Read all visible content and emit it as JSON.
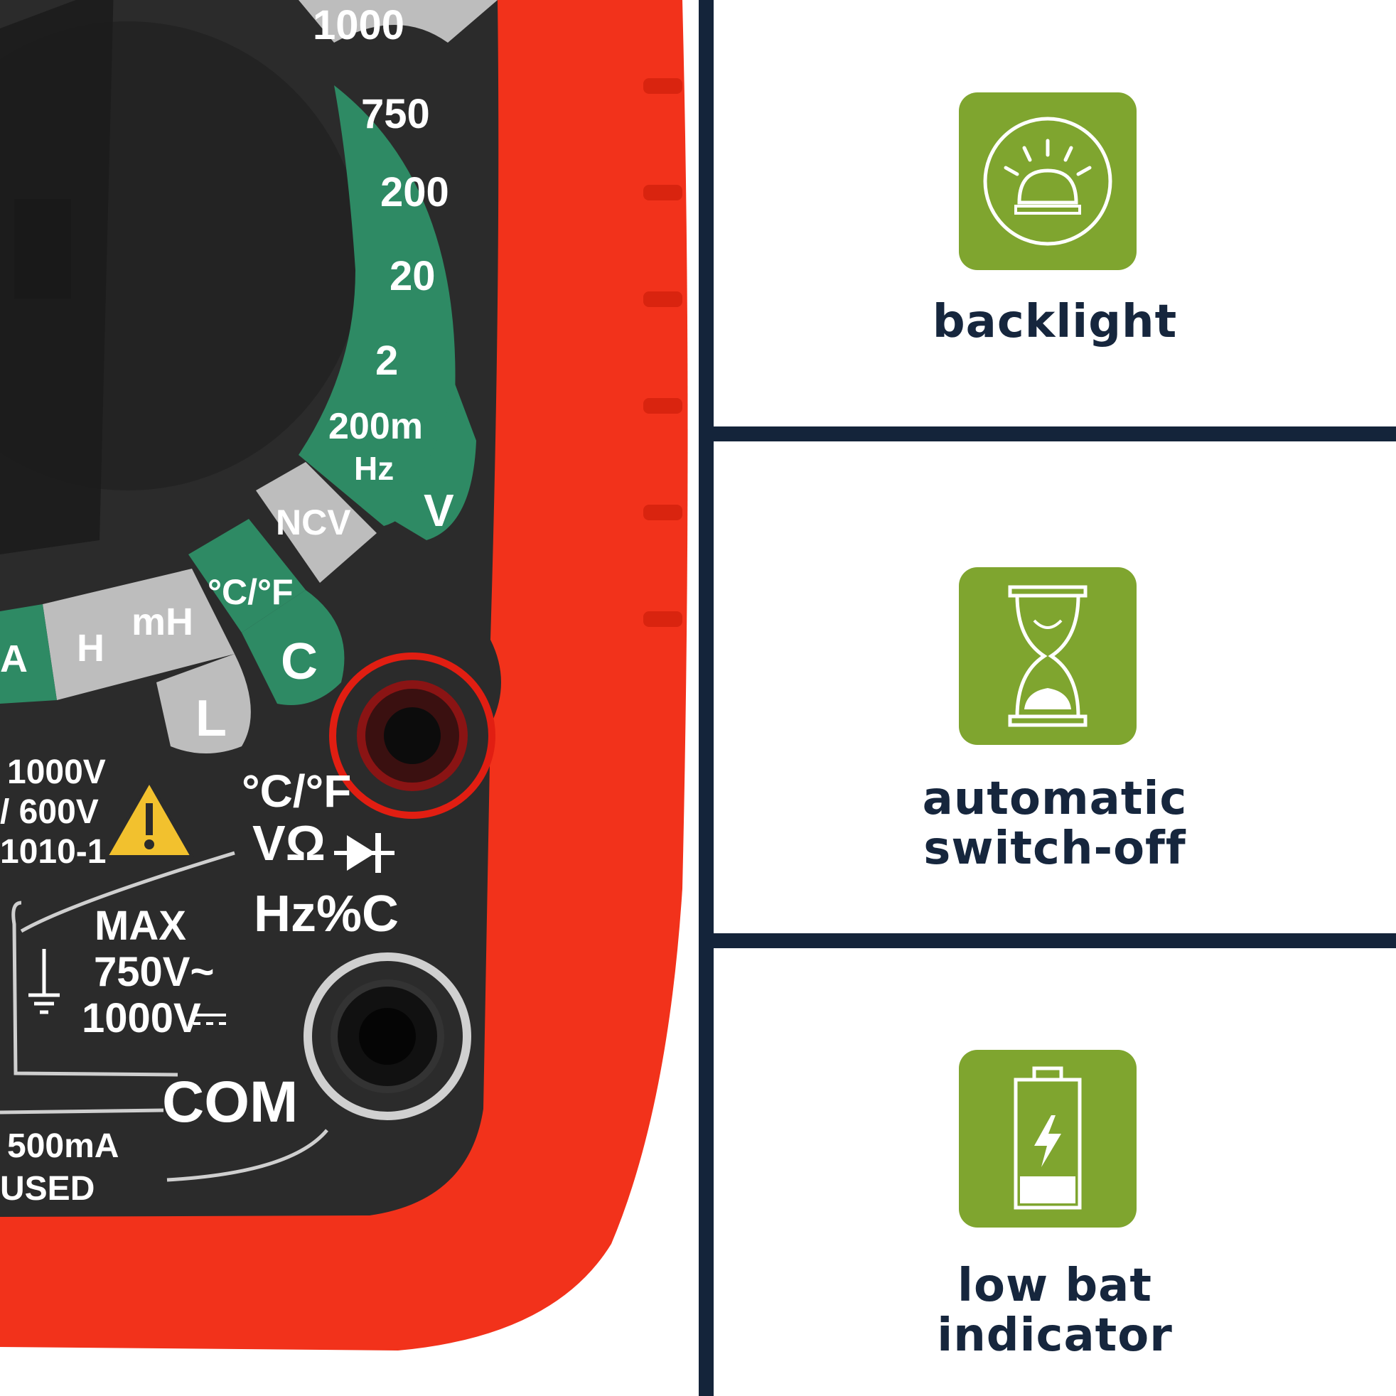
{
  "photo": {
    "dial": {
      "top_label": "1000",
      "ac_ranges": [
        "750",
        "200",
        "20",
        "2",
        "200m"
      ],
      "hz_label": "Hz",
      "ncv_label": "NCV",
      "temp_label": "°C/°F",
      "c_label": "C",
      "l_label": "L",
      "h_label": "H",
      "mh_label": "mH",
      "a_label": "A",
      "vac_symbol": "V"
    },
    "panel": {
      "rating_1": "1000V",
      "rating_2": "/ 600V",
      "rating_3": "1010-1",
      "temp": "°C/°F",
      "volt_ohm": "VΩ",
      "hz_pct": "Hz%C",
      "max": "MAX",
      "max_ac": "750V~",
      "max_dc": "1000V",
      "com": "COM",
      "fuse_1": "500mA",
      "fuse_2": "USED"
    },
    "colors": {
      "housing": "#f2321b",
      "face": "#2b2b2b",
      "dial_green": "#2e8a64",
      "dial_grey": "#bdbdbd"
    }
  },
  "features": [
    {
      "icon": "backlight-icon",
      "lines": [
        "backlight"
      ]
    },
    {
      "icon": "hourglass-icon",
      "lines": [
        "automatic",
        "switch-off"
      ]
    },
    {
      "icon": "battery-icon",
      "lines": [
        "low bat",
        "indicator"
      ]
    }
  ],
  "colors": {
    "tile": "#7fa52f",
    "text": "#16263d",
    "divider": "#14243a"
  }
}
